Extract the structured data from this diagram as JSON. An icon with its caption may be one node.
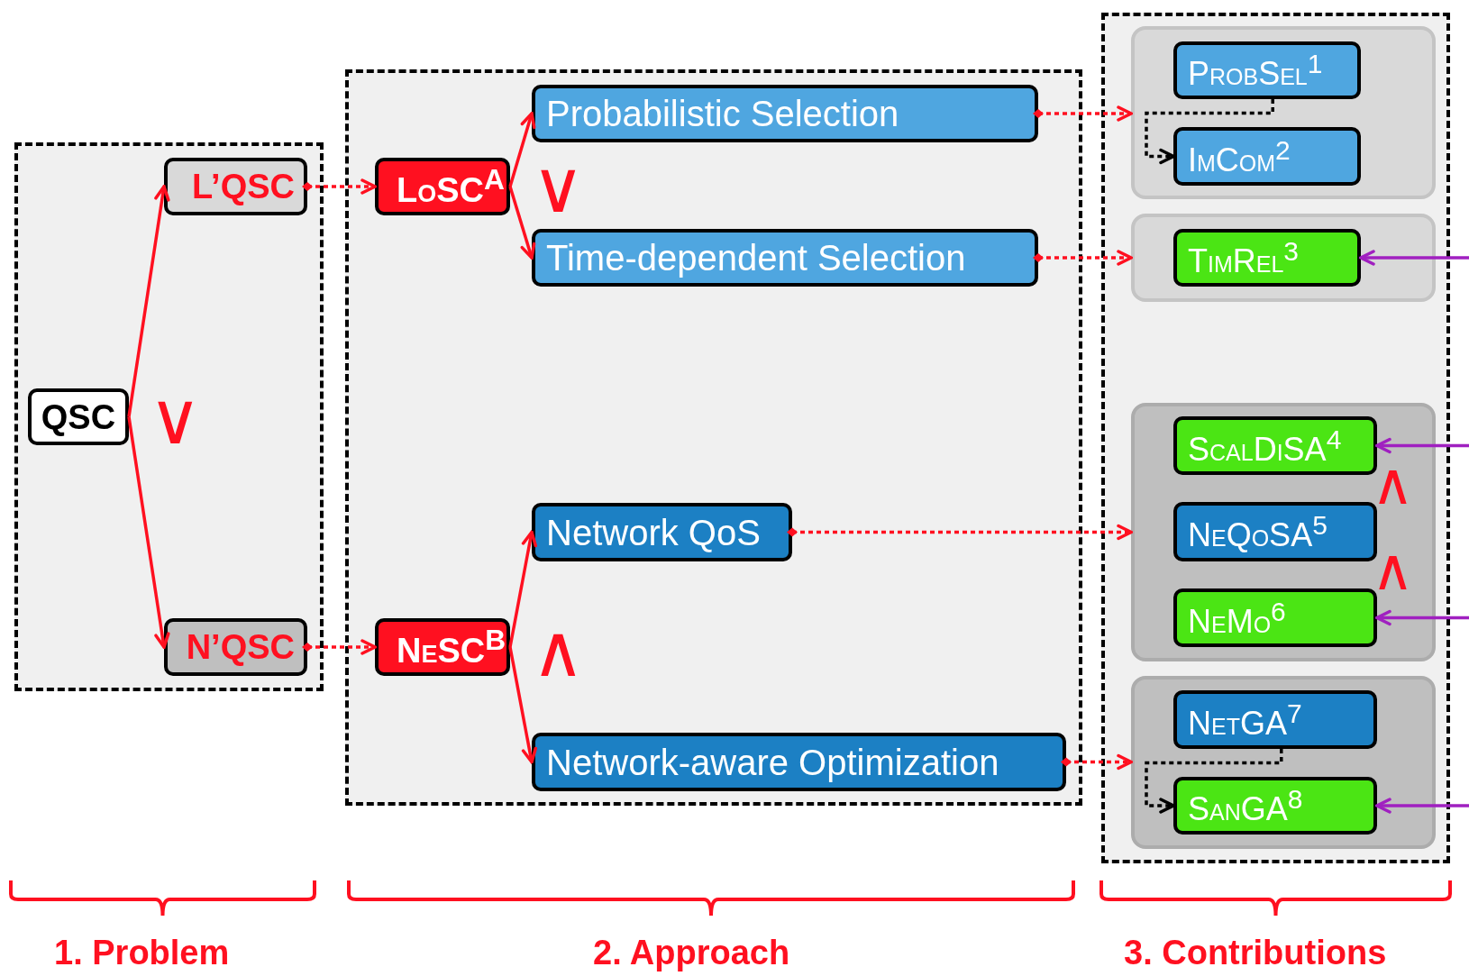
{
  "diagram": {
    "nodes": [
      {
        "text": [],
        "shape": "box"
      },
      {
        "text": [
          "QSC"
        ],
        "in": 0
      },
      {
        "text": [
          "L’QSC"
        ],
        "in": 0
      },
      {
        "text": [
          "N’QSC"
        ],
        "in": 0
      },
      {
        "text": [],
        "shape": "box"
      },
      {
        "text": [
          "LoSC$^{A}$"
        ],
        "in": 4
      },
      {
        "text": [
          "Probabilistic Selection"
        ],
        "in": 4
      },
      {
        "text": [
          "Time-dependent Selection"
        ],
        "in": 4
      },
      {
        "text": [
          "NeSC$^{B}$"
        ],
        "in": 4
      },
      {
        "text": [
          "Network QoS"
        ],
        "in": 4
      },
      {
        "text": [
          "Network-aware Optimization"
        ],
        "in": 4
      },
      {
        "text": [],
        "shape": "box"
      },
      {
        "text": [],
        "shape": "box",
        "in": 11
      },
      {
        "text": [
          "ProbSel$^{1}$"
        ],
        "in": 12
      },
      {
        "text": [
          "ImCom$^{2}$"
        ],
        "in": 12
      },
      {
        "text": [],
        "shape": "box",
        "in": 11
      },
      {
        "text": [
          "TimRel$^{3}$"
        ],
        "in": 15
      },
      {
        "text": [],
        "shape": "box",
        "in": 11
      },
      {
        "text": [
          "ScalDiSA$^{4}$"
        ],
        "in": 17
      },
      {
        "text": [
          "NeQoSA$^{5}$"
        ],
        "in": 17
      },
      {
        "text": [
          "NeMo$^{6}$"
        ],
        "in": 17
      },
      {
        "text": [],
        "shape": "box",
        "in": 11
      },
      {
        "text": [
          "NetGA$^{7}$"
        ],
        "in": 21
      },
      {
        "text": [
          "SanGA$^{8}$"
        ],
        "in": 21
      }
    ],
    "edges": [
      {
        "from": 1,
        "to": 2,
        "arrow": "to"
      },
      {
        "from": 1,
        "to": 3,
        "arrow": "to"
      },
      {
        "from": 2,
        "to": 5,
        "arrow": "to",
        "style": "dashed"
      },
      {
        "from": 3,
        "to": 8,
        "arrow": "to",
        "style": "dashed"
      },
      {
        "from": 5,
        "to": 6,
        "arrow": "to"
      },
      {
        "from": 5,
        "to": 7,
        "arrow": "to"
      },
      {
        "from": 8,
        "to": 9,
        "arrow": "to"
      },
      {
        "from": 8,
        "to": 10,
        "arrow": "to"
      },
      {
        "from": 6,
        "to": 12,
        "arrow": "to",
        "style": "dashed"
      },
      {
        "from": 7,
        "to": 15,
        "arrow": "to",
        "style": "dashed"
      },
      {
        "from": 9,
        "to": 17,
        "arrow": "to",
        "style": "dashed"
      },
      {
        "from": 10,
        "to": 21,
        "arrow": "to",
        "style": "dashed"
      },
      {
        "from": 13,
        "to": 14,
        "arrow": "to",
        "style": "dashed",
        "color": "#000000"
      },
      {
        "from": 22,
        "to": 23,
        "arrow": "to",
        "style": "dashed",
        "color": "#000000"
      },
      {
        "from": null,
        "to": 16,
        "arrow": "to",
        "color": "#a020c0"
      },
      {
        "from": null,
        "to": 18,
        "arrow": "to",
        "color": "#a020c0"
      },
      {
        "from": null,
        "to": 20,
        "arrow": "to",
        "color": "#a020c0"
      },
      {
        "from": null,
        "to": 23,
        "arrow": "to",
        "color": "#a020c0"
      }
    ],
    "labels": [
      "∨",
      "∨",
      "∧",
      "∧",
      "∧",
      "1. Problem",
      "2. Approach",
      "3. Contributions"
    ]
  }
}
